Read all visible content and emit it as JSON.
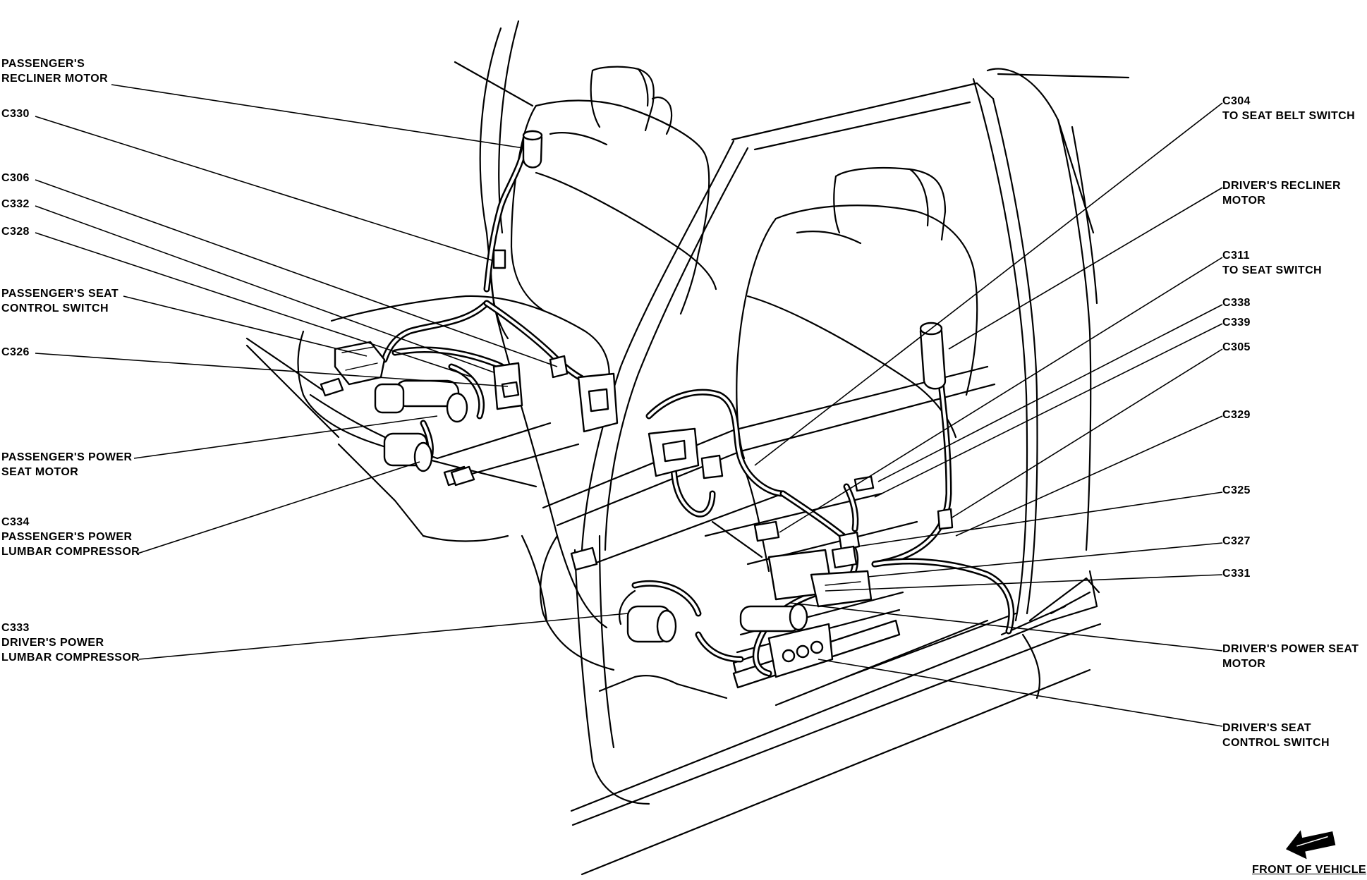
{
  "labels": {
    "passengers_recliner_motor": [
      "PASSENGER'S",
      "RECLINER MOTOR"
    ],
    "c330": [
      "C330"
    ],
    "c306": [
      "C306"
    ],
    "c332": [
      "C332"
    ],
    "c328": [
      "C328"
    ],
    "passengers_seat_control_switch": [
      "PASSENGER'S SEAT",
      "CONTROL SWITCH"
    ],
    "c326": [
      "C326"
    ],
    "passengers_power_seat_motor": [
      "PASSENGER'S POWER",
      "SEAT MOTOR"
    ],
    "c334_passengers_power_lumbar_compressor": [
      "C334",
      "PASSENGER'S POWER",
      "LUMBAR COMPRESSOR"
    ],
    "c333_drivers_power_lumbar_compressor": [
      "C333",
      "DRIVER'S POWER",
      "LUMBAR COMPRESSOR"
    ],
    "c304_to_seat_belt_switch": [
      "C304",
      "TO SEAT BELT SWITCH"
    ],
    "drivers_recliner_motor": [
      "DRIVER'S RECLINER",
      "MOTOR"
    ],
    "c311_to_seat_switch": [
      "C311",
      "TO SEAT SWITCH"
    ],
    "c338": [
      "C338"
    ],
    "c339": [
      "C339"
    ],
    "c305": [
      "C305"
    ],
    "c329": [
      "C329"
    ],
    "c325": [
      "C325"
    ],
    "c327": [
      "C327"
    ],
    "c331": [
      "C331"
    ],
    "drivers_power_seat_motor": [
      "DRIVER'S POWER SEAT",
      "MOTOR"
    ],
    "drivers_seat_control_switch": [
      "DRIVER'S SEAT",
      "CONTROL SWITCH"
    ]
  },
  "front_of_vehicle": "FRONT OF VEHICLE",
  "icons": {
    "direction_arrow": "front-arrow-icon"
  }
}
